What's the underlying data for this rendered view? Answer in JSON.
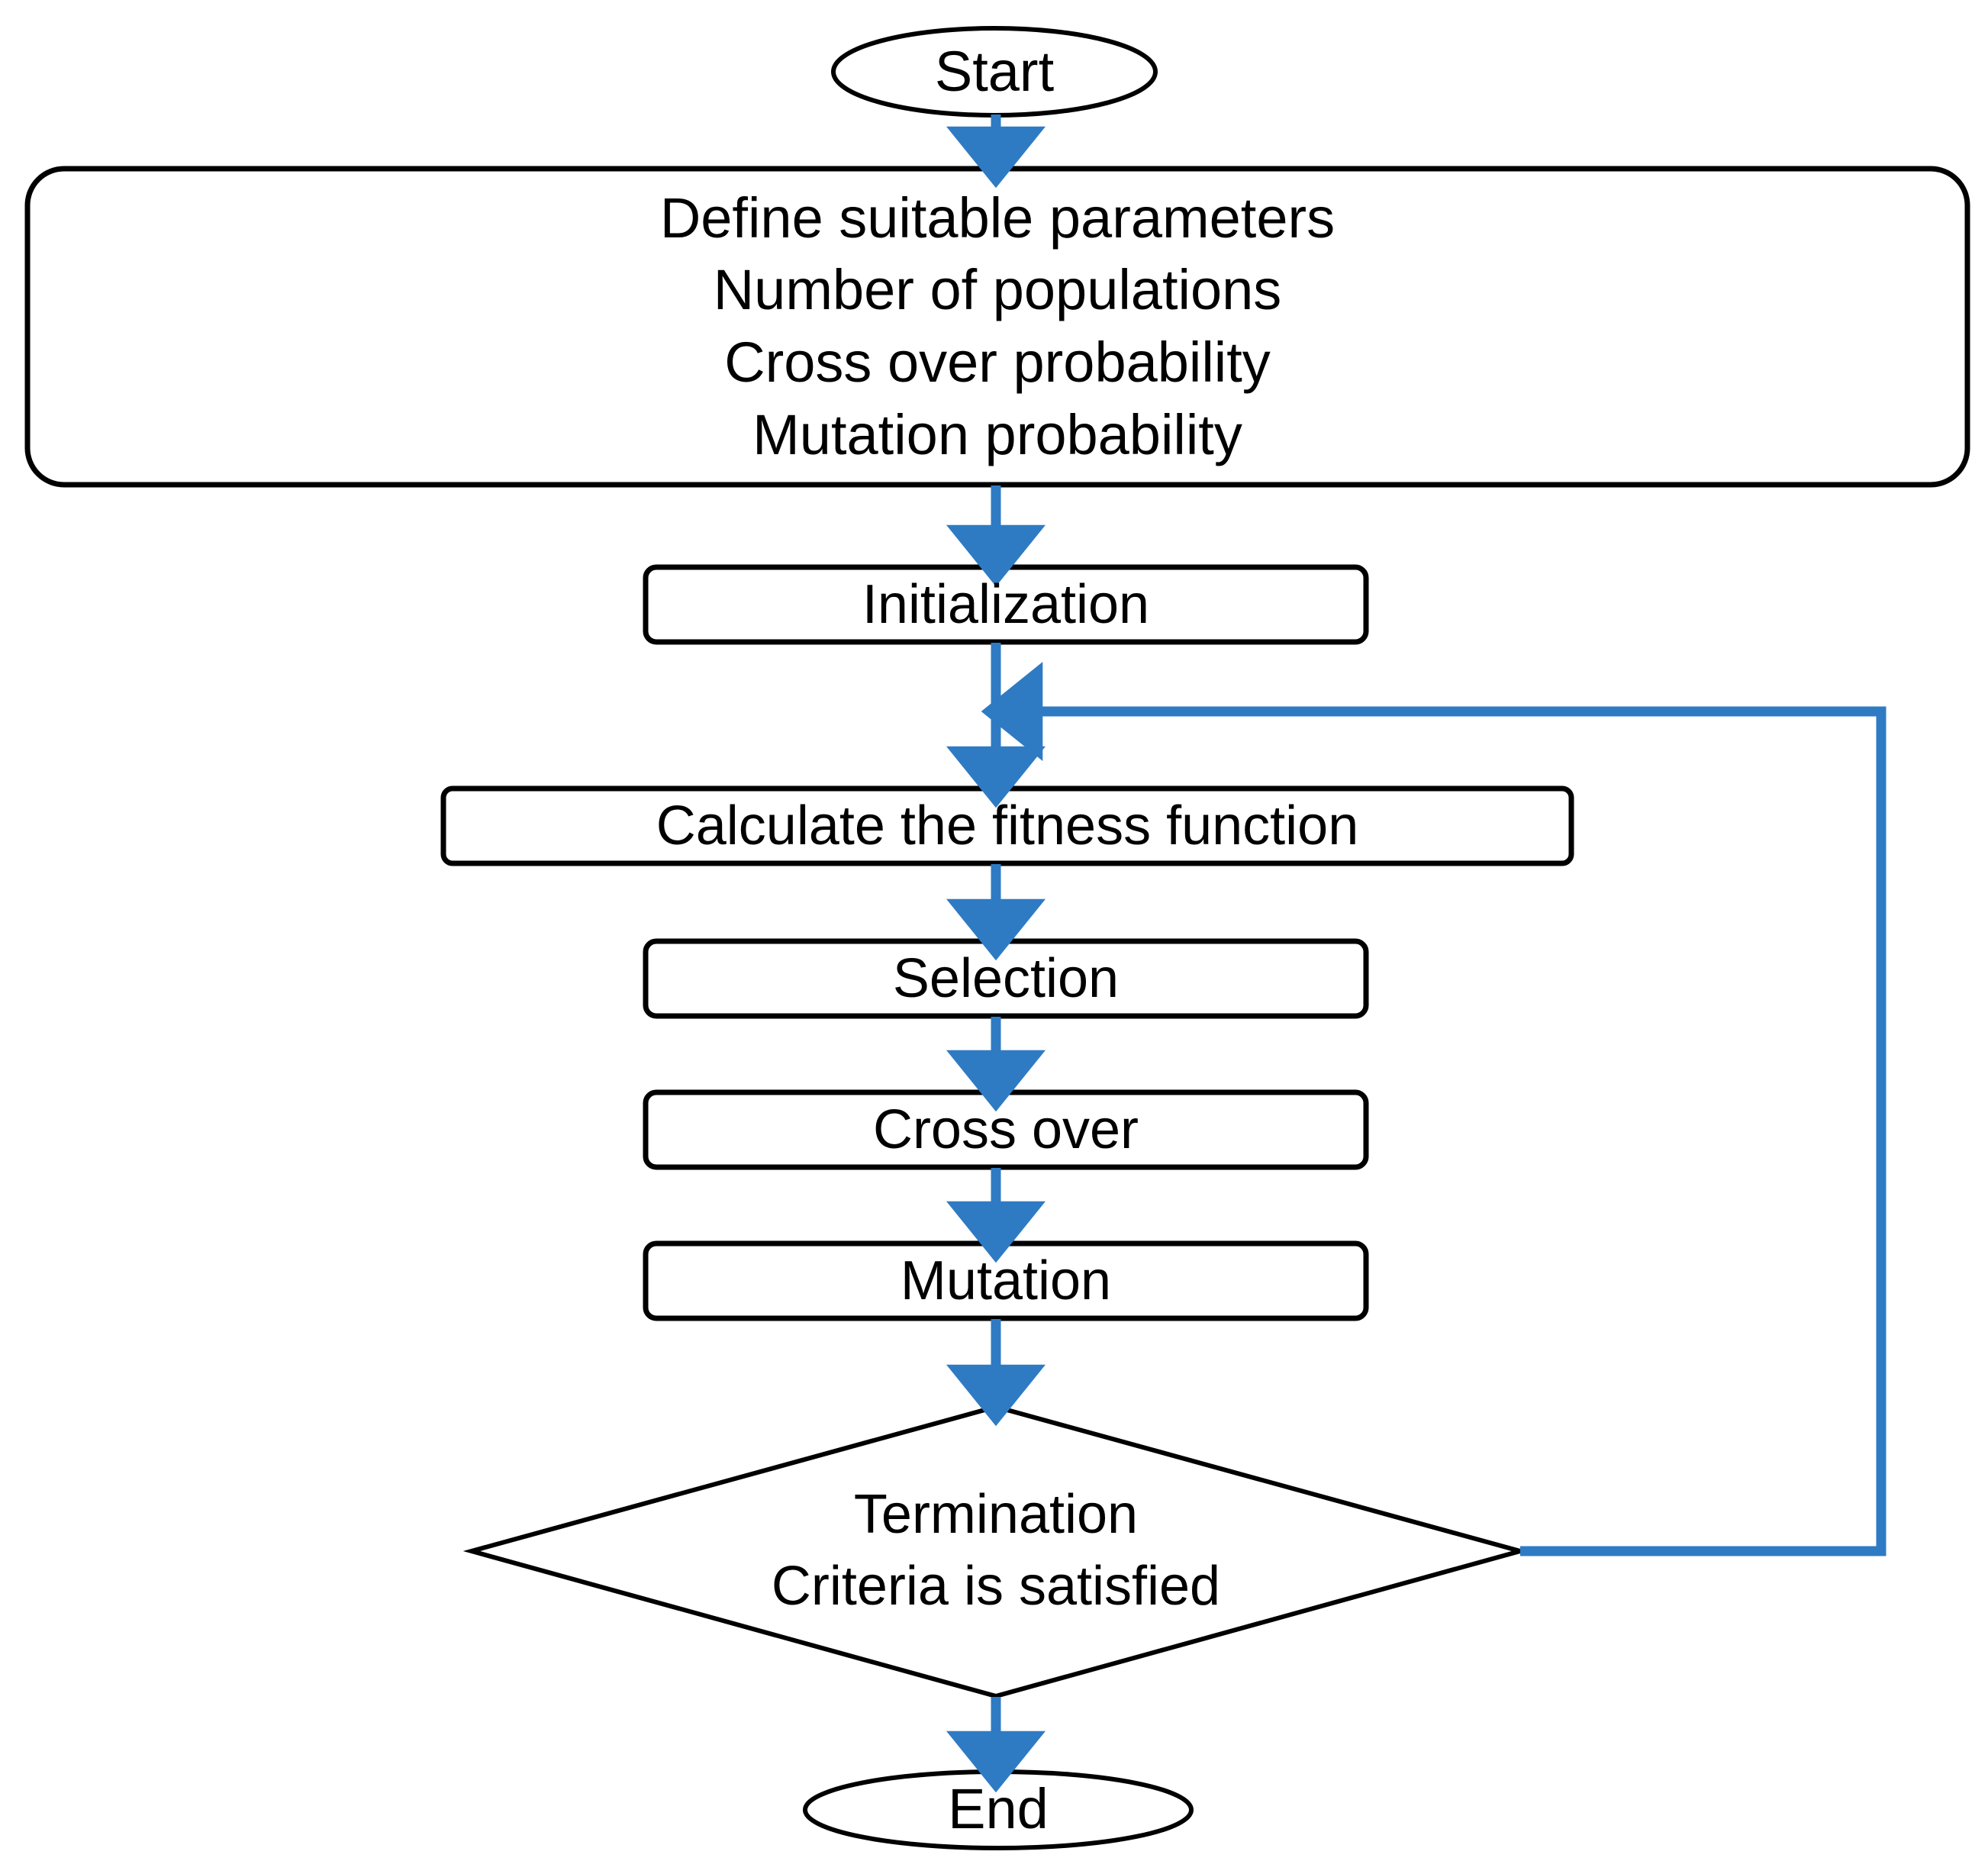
{
  "diagram": {
    "title": "Genetic Algorithm Flowchart",
    "type": "flowchart",
    "colors": {
      "arrow": "#2E7BC4",
      "shape_stroke": "#000000",
      "shape_fill": "#FFFFFF",
      "text": "#000000",
      "background": "#FFFFFF"
    },
    "nodes": {
      "start": {
        "label": "Start",
        "shape": "ellipse"
      },
      "define_parameters": {
        "shape": "rounded-rectangle",
        "lines": [
          "Define suitable parameters",
          "Number of populations",
          "Cross over probability",
          "Mutation probability"
        ]
      },
      "initialization": {
        "label": "Initialization",
        "shape": "rounded-rectangle"
      },
      "fitness": {
        "label": "Calculate the fitness function",
        "shape": "rounded-rectangle"
      },
      "selection": {
        "label": "Selection",
        "shape": "rounded-rectangle"
      },
      "crossover": {
        "label": "Cross over",
        "shape": "rounded-rectangle"
      },
      "mutation": {
        "label": "Mutation",
        "shape": "rounded-rectangle"
      },
      "termination": {
        "shape": "diamond",
        "lines": [
          "Termination",
          "Criteria is satisfied"
        ]
      },
      "end": {
        "label": "End",
        "shape": "ellipse"
      }
    },
    "edges": [
      {
        "from": "start",
        "to": "define_parameters",
        "label": "",
        "arrow": "down"
      },
      {
        "from": "define_parameters",
        "to": "initialization",
        "label": "",
        "arrow": "down"
      },
      {
        "from": "initialization",
        "to": "fitness",
        "label": "",
        "arrow": "down"
      },
      {
        "from": "fitness",
        "to": "selection",
        "label": "",
        "arrow": "down"
      },
      {
        "from": "selection",
        "to": "crossover",
        "label": "",
        "arrow": "down"
      },
      {
        "from": "crossover",
        "to": "mutation",
        "label": "",
        "arrow": "down"
      },
      {
        "from": "mutation",
        "to": "termination",
        "label": "",
        "arrow": "down"
      },
      {
        "from": "termination",
        "to": "end",
        "label": "",
        "arrow": "down"
      },
      {
        "from": "termination",
        "to": "fitness",
        "label": "",
        "arrow": "loop-back-right"
      }
    ]
  }
}
